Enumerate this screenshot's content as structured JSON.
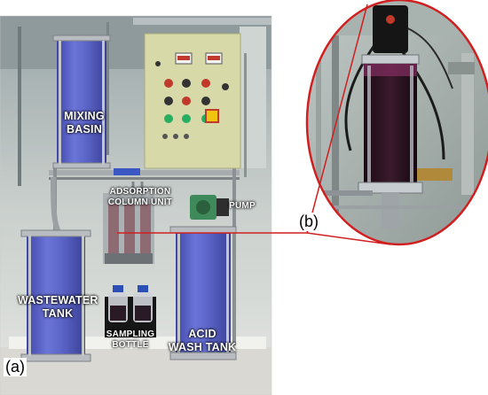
{
  "labels": {
    "mixing": [
      "MIXING",
      "BASIN"
    ],
    "adsorption": [
      "ADSORPTION",
      "COLUMN UNIT"
    ],
    "pump": "PUMP",
    "wastewater": [
      "WASTEWATER",
      "TANK"
    ],
    "sampling": [
      "SAMPLING",
      "BOTTLE"
    ],
    "acid": [
      "ACID",
      "WASH TANK"
    ]
  },
  "panel_tags": {
    "a": "(a)",
    "b": "(b)"
  },
  "colors": {
    "connector_line": "#d11f1f",
    "inset_border": "#d11f1f",
    "tank_blue": "#5a63c9",
    "control_box": "#d8d9a8"
  }
}
